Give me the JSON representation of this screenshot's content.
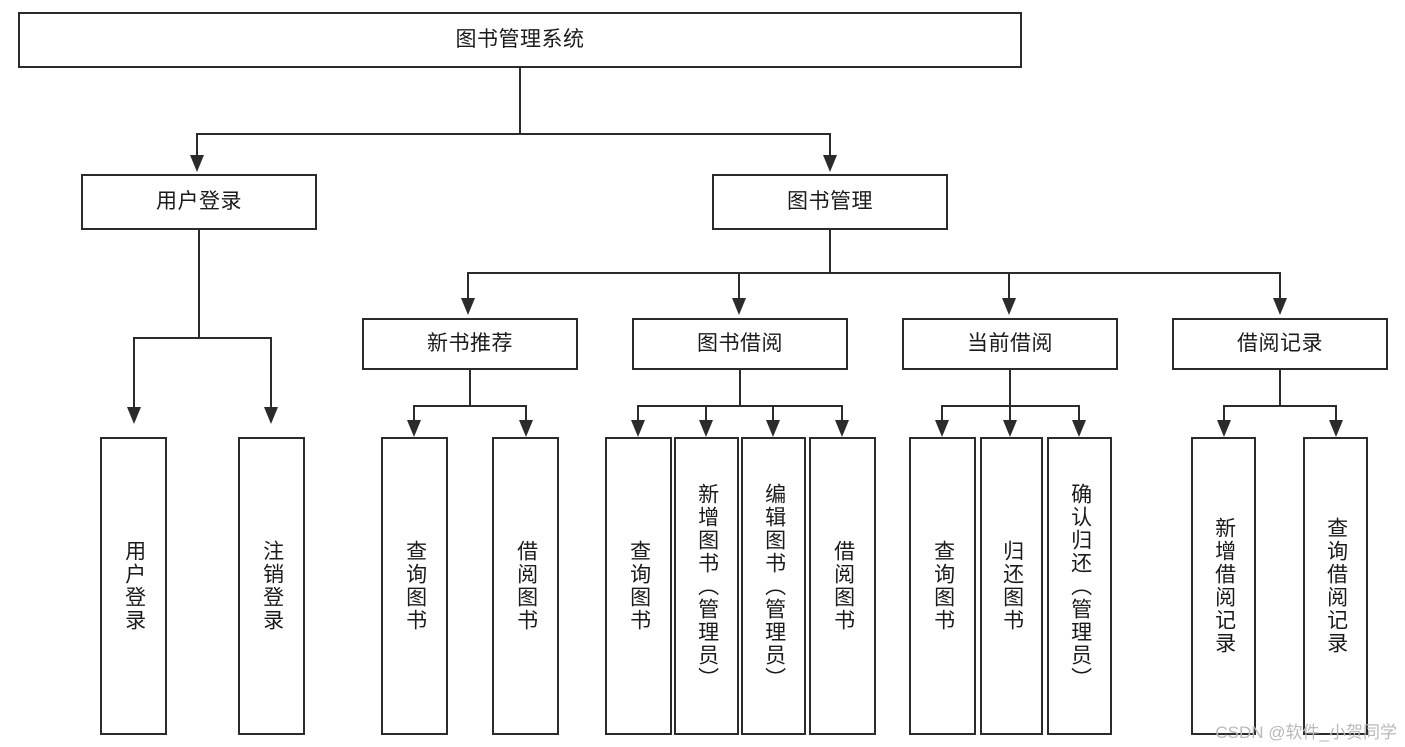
{
  "diagram": {
    "title": "图书管理系统",
    "type": "功能结构图",
    "root": {
      "label": "图书管理系统"
    },
    "level2": [
      {
        "id": "user-login",
        "label": "用户登录"
      },
      {
        "id": "book-management",
        "label": "图书管理"
      }
    ],
    "level3": [
      {
        "id": "new-book-recommend",
        "label": "新书推荐"
      },
      {
        "id": "book-borrow",
        "label": "图书借阅"
      },
      {
        "id": "current-borrow",
        "label": "当前借阅"
      },
      {
        "id": "borrow-record",
        "label": "借阅记录"
      }
    ],
    "leaves": [
      {
        "id": "leaf-user-login",
        "label": "用户登录",
        "parent": "用户登录"
      },
      {
        "id": "leaf-logout-login",
        "label": "注销登录",
        "parent": "用户登录"
      },
      {
        "id": "leaf-query-book-1",
        "label": "查询图书",
        "parent": "新书推荐"
      },
      {
        "id": "leaf-borrow-book-1",
        "label": "借阅图书",
        "parent": "新书推荐"
      },
      {
        "id": "leaf-query-book-2",
        "label": "查询图书",
        "parent": "图书借阅"
      },
      {
        "id": "leaf-add-book",
        "label": "新增图书（管理员）",
        "parent": "图书借阅"
      },
      {
        "id": "leaf-edit-book",
        "label": "编辑图书（管理员）",
        "parent": "图书借阅"
      },
      {
        "id": "leaf-borrow-book-2",
        "label": "借阅图书",
        "parent": "图书借阅"
      },
      {
        "id": "leaf-query-book-3",
        "label": "查询图书",
        "parent": "当前借阅"
      },
      {
        "id": "leaf-return-book",
        "label": "归还图书",
        "parent": "当前借阅"
      },
      {
        "id": "leaf-confirm-return",
        "label": "确认归还（管理员）",
        "parent": "当前借阅"
      },
      {
        "id": "leaf-add-record",
        "label": "新增借阅记录",
        "parent": "借阅记录"
      },
      {
        "id": "leaf-query-record",
        "label": "查询借阅记录",
        "parent": "借阅记录"
      }
    ]
  },
  "watermark": {
    "text": "CSDN @软件_小贺同学"
  },
  "colors": {
    "stroke": "#2b2b2b",
    "background": "#ffffff",
    "text": "#1b1b1b",
    "watermark": "#b9b9b9"
  }
}
